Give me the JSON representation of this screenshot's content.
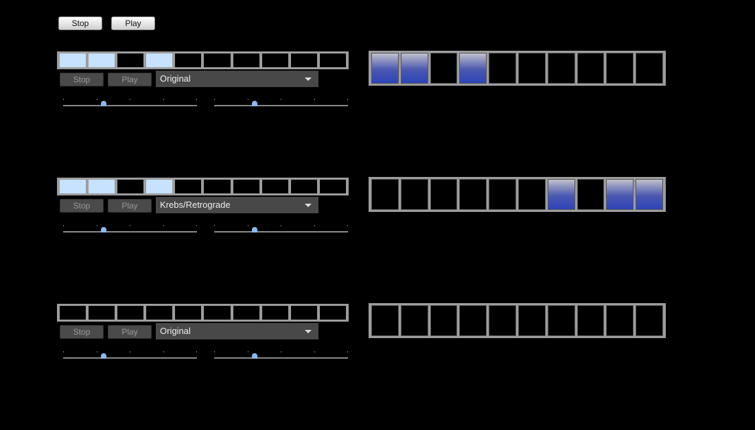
{
  "global": {
    "stop_label": "Stop",
    "play_label": "Play"
  },
  "rows": [
    {
      "stop_label": "Stop",
      "play_label": "Play",
      "mode": "Original",
      "input_cells": [
        1,
        1,
        0,
        1,
        0,
        0,
        0,
        0,
        0,
        0
      ],
      "output_cells": [
        1,
        1,
        0,
        1,
        0,
        0,
        0,
        0,
        0,
        0
      ],
      "slider1": 0.3,
      "slider2": 0.3
    },
    {
      "stop_label": "Stop",
      "play_label": "Play",
      "mode": "Krebs/Retrograde",
      "input_cells": [
        1,
        1,
        0,
        1,
        0,
        0,
        0,
        0,
        0,
        0
      ],
      "output_cells": [
        0,
        0,
        0,
        0,
        0,
        0,
        1,
        0,
        1,
        1
      ],
      "slider1": 0.3,
      "slider2": 0.3
    },
    {
      "stop_label": "Stop",
      "play_label": "Play",
      "mode": "Original",
      "input_cells": [
        0,
        0,
        0,
        0,
        0,
        0,
        0,
        0,
        0,
        0
      ],
      "output_cells": [
        0,
        0,
        0,
        0,
        0,
        0,
        0,
        0,
        0,
        0
      ],
      "slider1": 0.3,
      "slider2": 0.3
    }
  ]
}
